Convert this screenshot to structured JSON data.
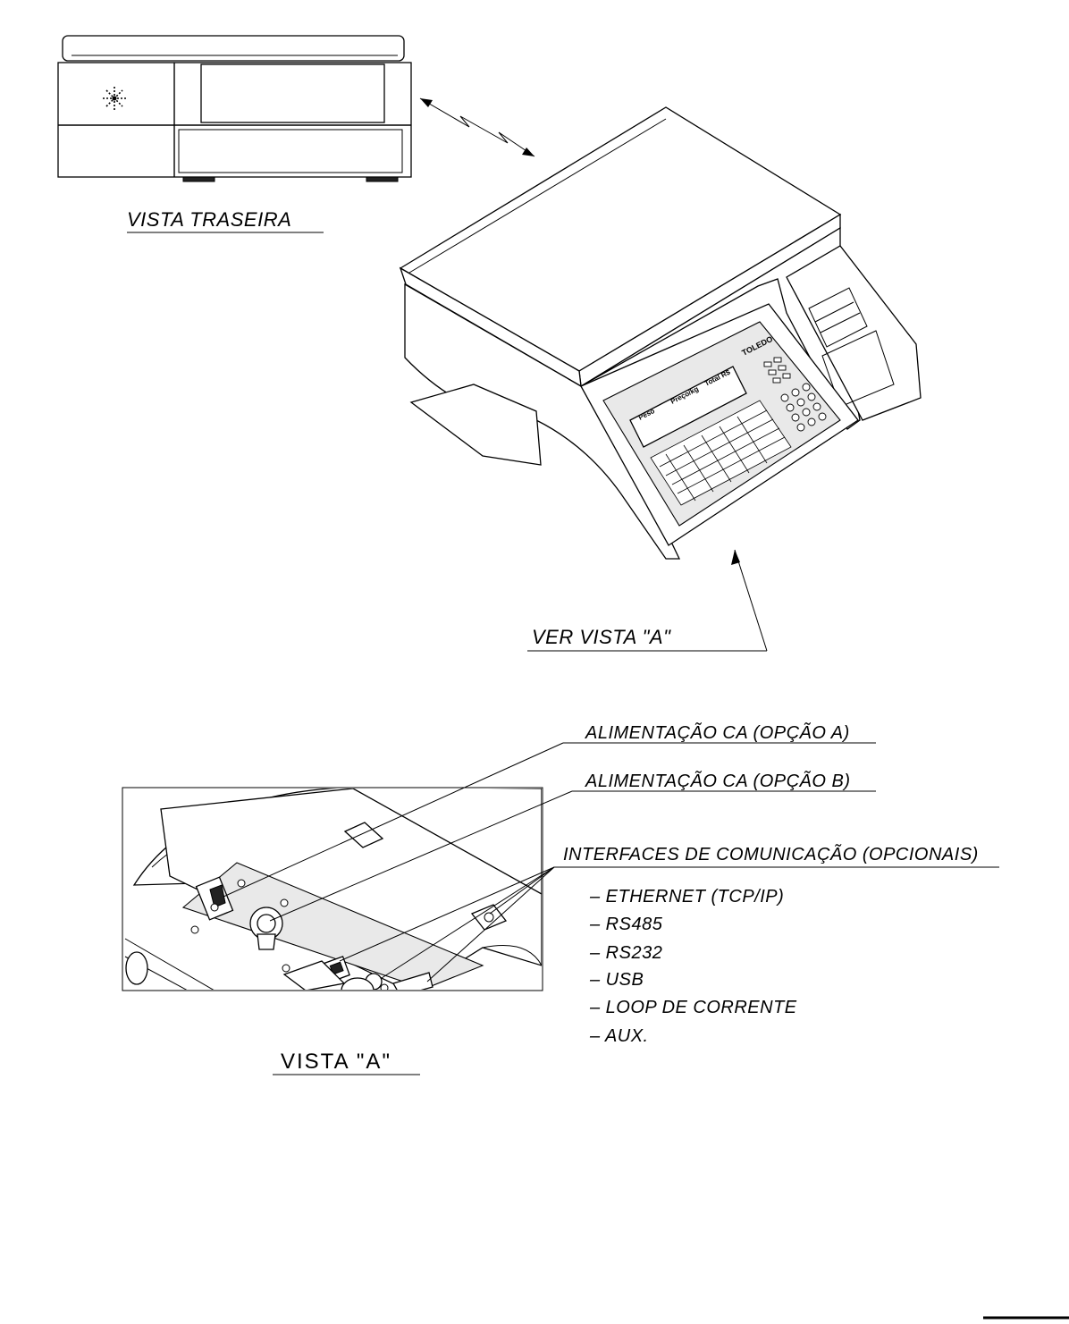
{
  "rear_view": {
    "caption": "VISTA TRASEIRA"
  },
  "main_view": {
    "brand": "TOLEDO",
    "display_labels": [
      "Peso",
      "Preço/kg",
      "Total R$"
    ],
    "callout": "VER VISTA \"A\""
  },
  "detail_view": {
    "caption": "VISTA \"A\"",
    "label_power_a": "ALIMENTAÇÃO CA (OPÇÃO A)",
    "label_power_b": "ALIMENTAÇÃO CA (OPÇÃO B)",
    "label_interfaces": "INTERFACES DE COMUNICAÇÃO (OPCIONAIS)",
    "interfaces": [
      "– ETHERNET (TCP/IP)",
      "– RS485",
      "– RS232",
      "– USB",
      "– LOOP DE CORRENTE",
      "– AUX."
    ]
  }
}
